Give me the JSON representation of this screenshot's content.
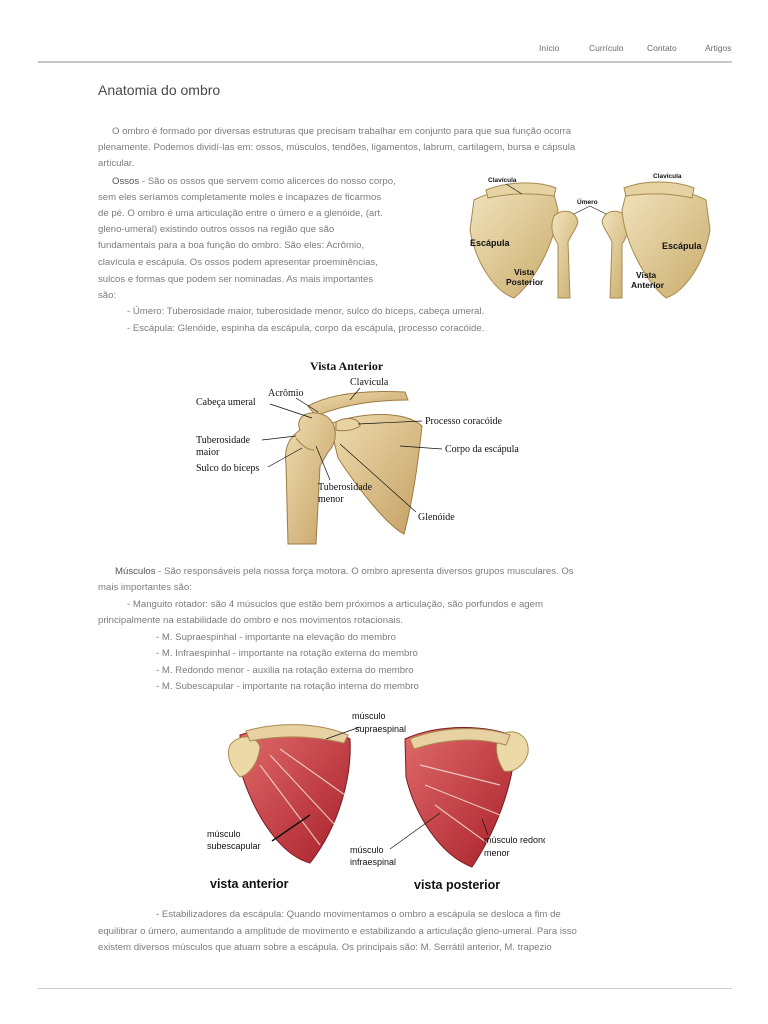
{
  "nav": {
    "items": [
      "Início",
      "Currículo",
      "Contato",
      "Artigos"
    ]
  },
  "page": {
    "title": "Anatomia do ombro"
  },
  "intro": {
    "line1": "O ombro é formado por diversas estruturas que precisam trabalhar em conjunto para que sua função ocorra",
    "line2": "plenamente. Podemos dividí-las em: ossos, músculos, tendões, ligamentos, labrum, cartilagem, bursa e cápsula",
    "line3": "articular."
  },
  "ossos": {
    "label": "Ossos",
    "line1": " - São os ossos que servem como alicerces do nosso corpo,",
    "line2": "sem eles seríamos completamente moles e incapazes de ficarmos",
    "line3": "de pé. O ombro é uma articulação entre o úmero e a glenóide, (art.",
    "line4": "gleno-umeral) existindo outros ossos na região que são",
    "line5": "fundamentais para a boa função do ombro. São eles: Acrômio,",
    "line6": "clavícula e escápula. Os ossos podem apresentar proeminências,",
    "line7": "sulcos e formas que podem ser nominadas. As mais importantes",
    "line8": "são:",
    "bullet1": "- Úmero: Tuberosidade maior, tuberosidade menor, sulco do bíceps, cabeça umeral.",
    "bullet2": "- Escápula: Glenóide, espinha da escápula, corpo da escápula, processo coracóide."
  },
  "figure1": {
    "clavicula_left": "Clavícula",
    "clavicula_right": "Clavícula",
    "umero": "Úmero",
    "escapula_left": "Escápula",
    "escapula_right": "Escápula",
    "vista_posterior_1": "Vista",
    "vista_posterior_2": "Posterior",
    "vista_anterior_1": "Vista",
    "vista_anterior_2": "Anterior"
  },
  "figure2": {
    "title": "Vista Anterior",
    "acromio": "Acrômio",
    "clavicula": "Clavícula",
    "cabeca_umeral": "Cabeça umeral",
    "processo_coracoide": "Processo coracóide",
    "tuberosidade_maior_1": "Tuberosidade",
    "tuberosidade_maior_2": "maior",
    "corpo_escapula": "Corpo da escápula",
    "sulco_biceps": "Sulco do bíceps",
    "tuberosidade_menor_1": "Tuberosidade",
    "tuberosidade_menor_2": "menor",
    "glenoide": "Glenóide"
  },
  "musculos": {
    "label": "Músculos",
    "line1": " - São responsáveis pela nossa força motora. O ombro apresenta diversos grupos musculares. Os",
    "line2": "mais importantes são:",
    "manguito1": "- Manguito rotador: são 4 músuclos que estão bem próximos a articulação, são porfundos e agem",
    "manguito2": "principalmente na estabilidade do ombro e nos movimentos rotacionais.",
    "m1": "- M. Supraespinhal - importante na elevação do membro",
    "m2": "- M. Infraespinhal - importante na rotação externa do membro",
    "m3": "- M. Redondo menor - auxilia na rotação externa do membro",
    "m4": "- M. Subescapular - importante na rotação interna do membro"
  },
  "figure3": {
    "supra_1": "músculo",
    "supra_2": "supraespinal",
    "subesc_1": "músculo",
    "subesc_2": "subescapular",
    "infra_1": "músculo",
    "infra_2": "infraespinal",
    "redondo_1": "músculo redondo",
    "redondo_2": "menor",
    "vista_anterior": "vista anterior",
    "vista_posterior": "vista posterior"
  },
  "estabilizadores": {
    "line1": "- Estabilizadores da escápula: Quando movimentamos o ombro a escápula se desloca a fim de",
    "line2": "equilibrar o úmero, aumentando a amplitude de movimento e estabilizando a articulação gleno-umeral. Para isso",
    "line3": "existem diversos músculos que atuam sobre a escápula. Os principais são: M. Serrátil anterior, M. trapezio"
  },
  "colors": {
    "bone": "#e3cf9e",
    "bone_shadow": "#b89a5c",
    "muscle": "#c8323a",
    "tendon": "#e8e2d8"
  }
}
